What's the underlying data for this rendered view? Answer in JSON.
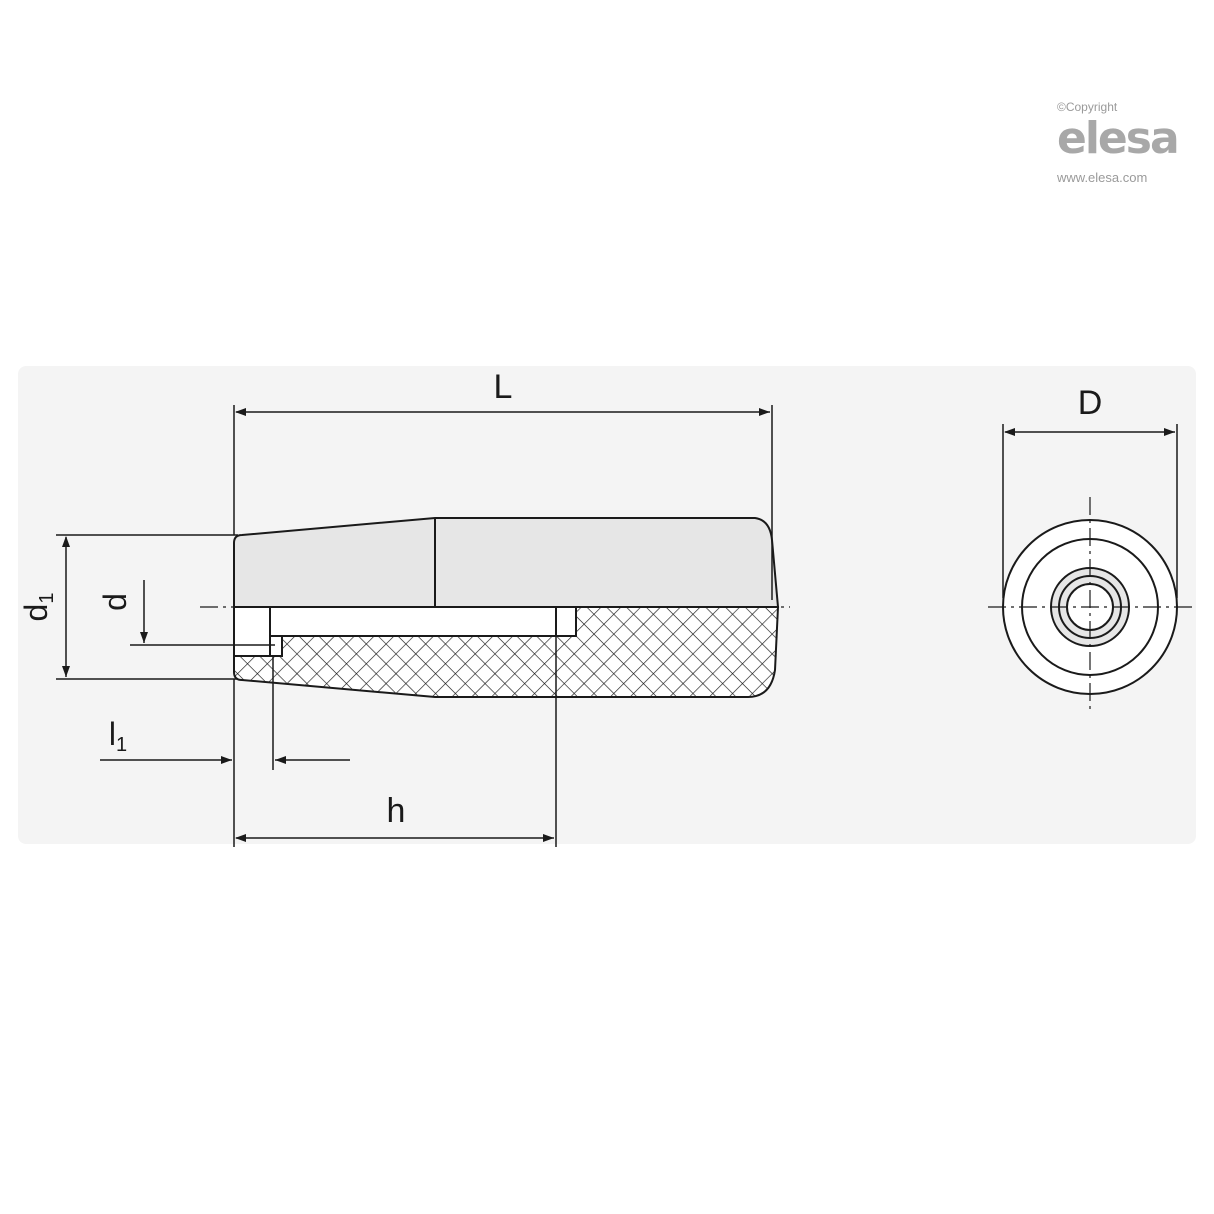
{
  "brand": {
    "copyright": "©Copyright",
    "logo": "elesa",
    "url": "www.elesa.com"
  },
  "dimensions": {
    "L": "L",
    "D": "D",
    "d1_main": "d",
    "d1_sub": "1",
    "d": "d",
    "l1_main": "l",
    "l1_sub": "1",
    "h": "h"
  },
  "colors": {
    "panel": "#f4f4f4",
    "line": "#1a1a1a",
    "body_fill": "#e6e6e6",
    "logo": "#a8a8a8"
  }
}
